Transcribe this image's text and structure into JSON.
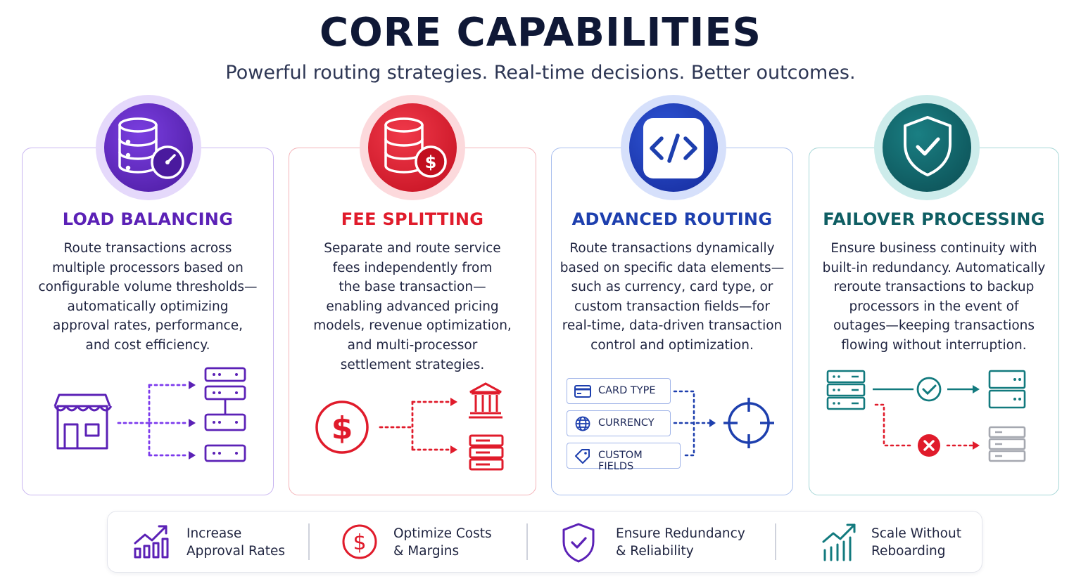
{
  "header": {
    "title": "CORE CAPABILITIES",
    "subtitle": "Powerful routing strategies. Real-time decisions. Better outcomes."
  },
  "colors": {
    "purple": "#5b21b6",
    "red": "#e01b2b",
    "blue": "#1d3fae",
    "teal": "#0f5e63",
    "navy": "#0f1836"
  },
  "cards": [
    {
      "title": "LOAD BALANCING",
      "icon": "database-gauge-icon",
      "description": [
        "Route transactions across",
        "multiple processors based on",
        "configurable volume thresholds—",
        "automatically optimizing",
        "approval rates, performance,",
        "and cost efficiency."
      ]
    },
    {
      "title": "FEE SPLITTING",
      "icon": "database-dollar-icon",
      "description": [
        "Separate and route service",
        "fees independently from",
        "the base transaction—",
        "enabling advanced pricing",
        "models, revenue optimization,",
        "and multi-processor",
        "settlement strategies."
      ]
    },
    {
      "title": "ADVANCED ROUTING",
      "icon": "code-icon",
      "description": [
        "Route transactions dynamically",
        "based on specific data elements—",
        "such as currency, card type, or",
        "custom transaction fields—for",
        "real-time, data-driven transaction",
        "control and optimization."
      ],
      "tags": [
        "CARD TYPE",
        "CURRENCY",
        "CUSTOM FIELDS"
      ]
    },
    {
      "title": "FAILOVER PROCESSING",
      "icon": "shield-check-icon",
      "description": [
        "Ensure business continuity with",
        "built-in redundancy. Automatically",
        "reroute transactions to backup",
        "processors in the event of",
        "outages—keeping transactions",
        "flowing without interruption."
      ]
    }
  ],
  "benefits": [
    {
      "line1": "Increase",
      "line2": "Approval Rates",
      "icon": "trend-chart-icon"
    },
    {
      "line1": "Optimize Costs",
      "line2": "& Margins",
      "icon": "dollar-circle-icon"
    },
    {
      "line1": "Ensure Redundancy",
      "line2": "& Reliability",
      "icon": "shield-check-icon"
    },
    {
      "line1": "Scale Without",
      "line2": "Reboarding",
      "icon": "growth-chart-icon"
    }
  ]
}
